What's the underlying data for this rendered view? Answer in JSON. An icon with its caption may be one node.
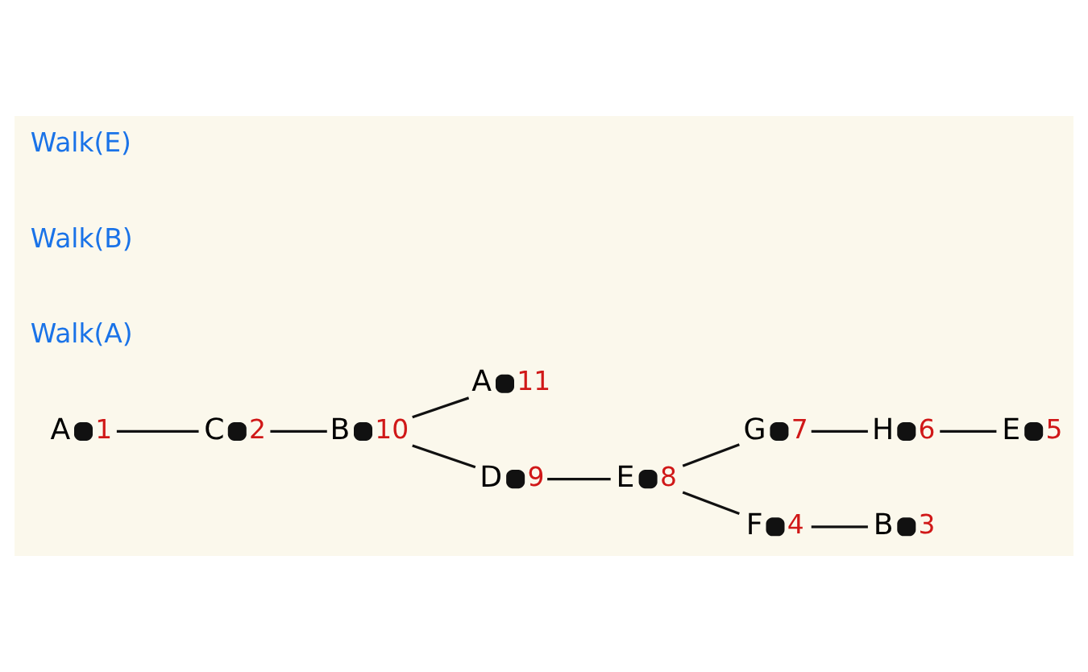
{
  "diagram": {
    "nodes": [
      {
        "text": [
          "A"
        ],
        "beside": [
          "11"
        ]
      },
      {
        "text": [
          "B"
        ],
        "beside": [
          "10"
        ]
      },
      {
        "text": [
          "C"
        ],
        "beside": [
          "2"
        ]
      },
      {
        "text": [
          "D"
        ],
        "beside": [
          "9"
        ]
      },
      {
        "text": [
          "A"
        ],
        "beside": [
          "1"
        ]
      },
      {
        "text": [
          "E"
        ],
        "beside": [
          "8"
        ]
      },
      {
        "text": [
          "G"
        ],
        "beside": [
          "7"
        ]
      },
      {
        "text": [
          "F"
        ],
        "beside": [
          "4"
        ]
      },
      {
        "text": [
          "H"
        ],
        "beside": [
          "6"
        ]
      },
      {
        "text": [
          "B"
        ],
        "beside": [
          "3"
        ]
      },
      {
        "text": [
          "E"
        ],
        "beside": [
          "5"
        ]
      }
    ],
    "edges": [
      {
        "from": 4,
        "to": 2,
        "arrow": "none"
      },
      {
        "from": 2,
        "to": 1,
        "arrow": "none"
      },
      {
        "from": 1,
        "to": 0,
        "arrow": "none"
      },
      {
        "from": 1,
        "to": 3,
        "arrow": "none"
      },
      {
        "from": 3,
        "to": 5,
        "arrow": "none"
      },
      {
        "from": 5,
        "to": 7,
        "arrow": "none"
      },
      {
        "from": 7,
        "to": 9,
        "arrow": "none"
      },
      {
        "from": 5,
        "to": 6,
        "arrow": "none"
      },
      {
        "from": 6,
        "to": 8,
        "arrow": "none"
      },
      {
        "from": 8,
        "to": 10,
        "arrow": "none"
      }
    ],
    "labels": [
      "Walk(A)",
      "Walk(B)",
      "Walk(E)"
    ]
  }
}
